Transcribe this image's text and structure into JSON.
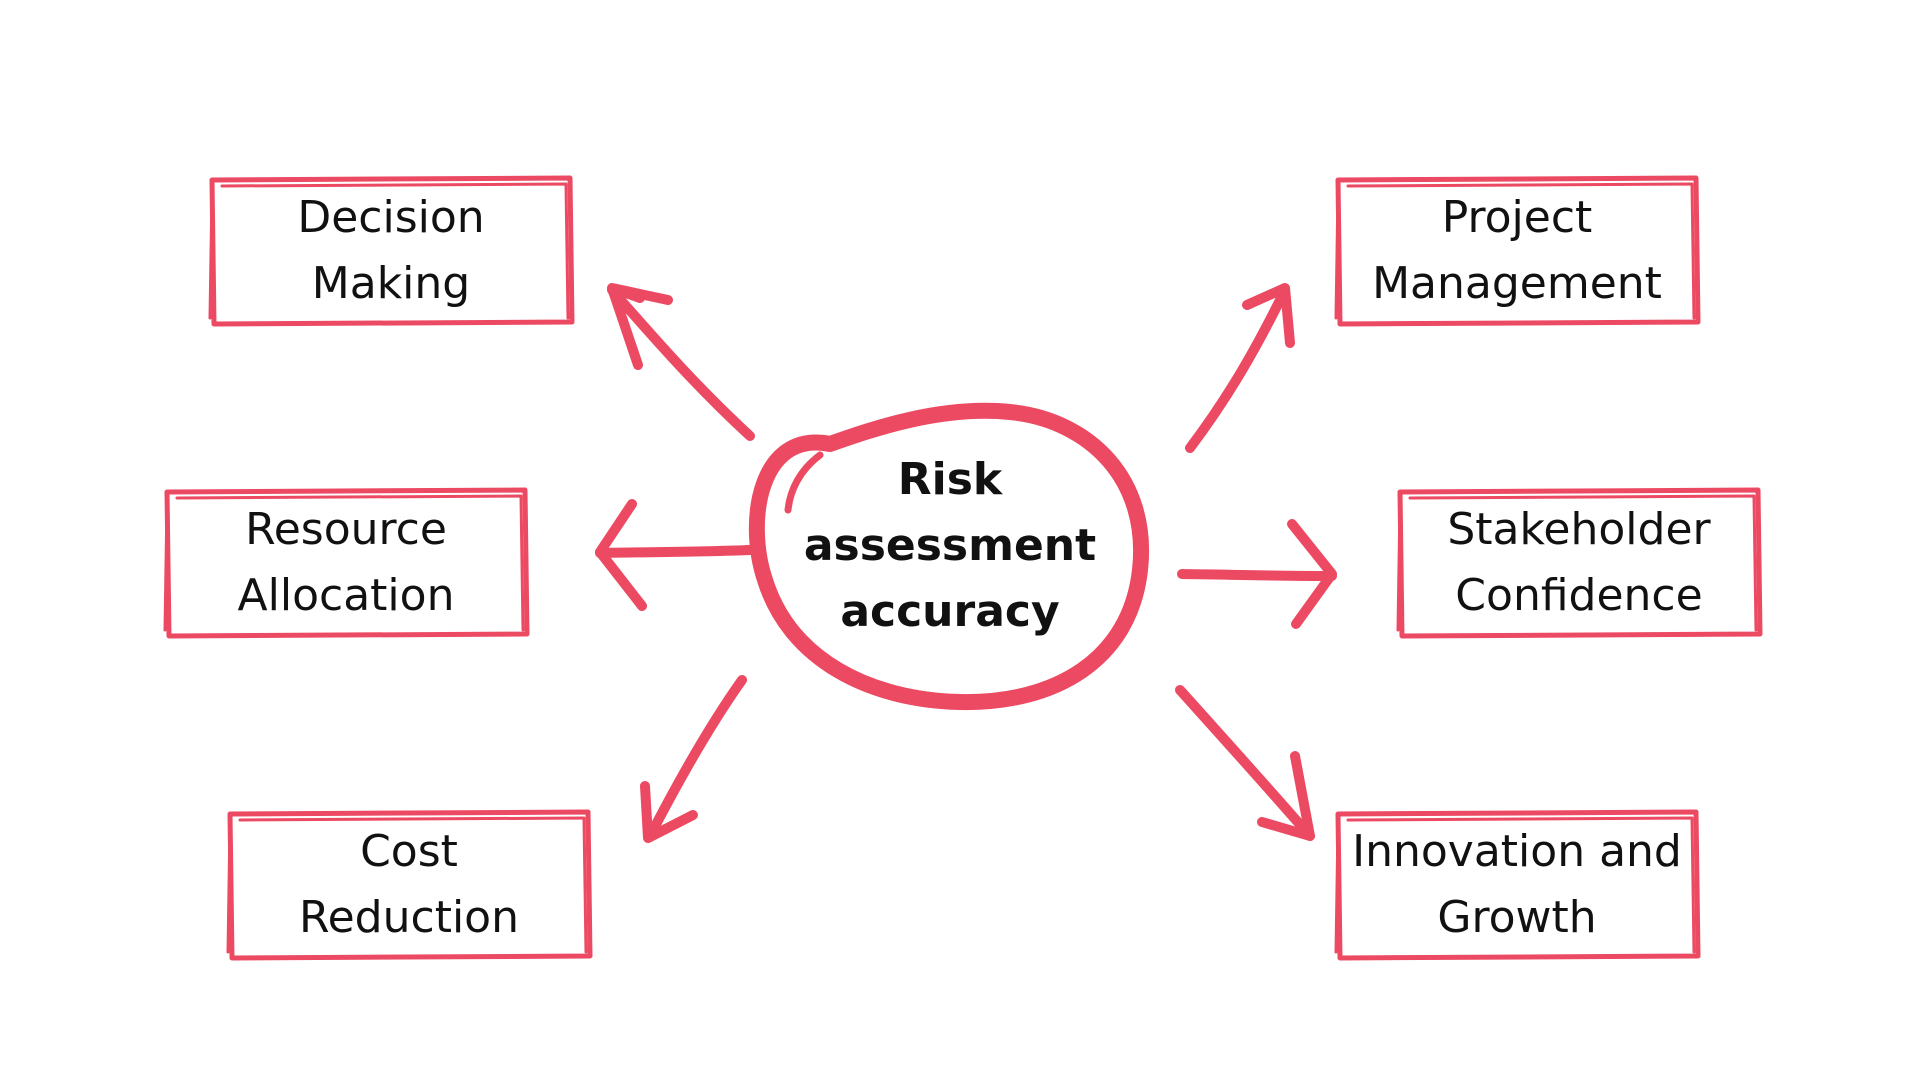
{
  "diagram": {
    "accent_color": "#EC4A62",
    "center": {
      "label": "Risk\nassessment\naccuracy"
    },
    "nodes": [
      {
        "id": "decision-making",
        "label": "Decision\nMaking"
      },
      {
        "id": "resource-allocation",
        "label": "Resource\nAllocation"
      },
      {
        "id": "cost-reduction",
        "label": "Cost\nReduction"
      },
      {
        "id": "project-management",
        "label": "Project\nManagement"
      },
      {
        "id": "stakeholder-confidence",
        "label": "Stakeholder\nConfidence"
      },
      {
        "id": "innovation-growth",
        "label": "Innovation and\nGrowth"
      }
    ],
    "edges": [
      {
        "from": "center",
        "to": "decision-making"
      },
      {
        "from": "center",
        "to": "resource-allocation"
      },
      {
        "from": "center",
        "to": "cost-reduction"
      },
      {
        "from": "center",
        "to": "project-management"
      },
      {
        "from": "center",
        "to": "stakeholder-confidence"
      },
      {
        "from": "center",
        "to": "innovation-growth"
      }
    ]
  }
}
